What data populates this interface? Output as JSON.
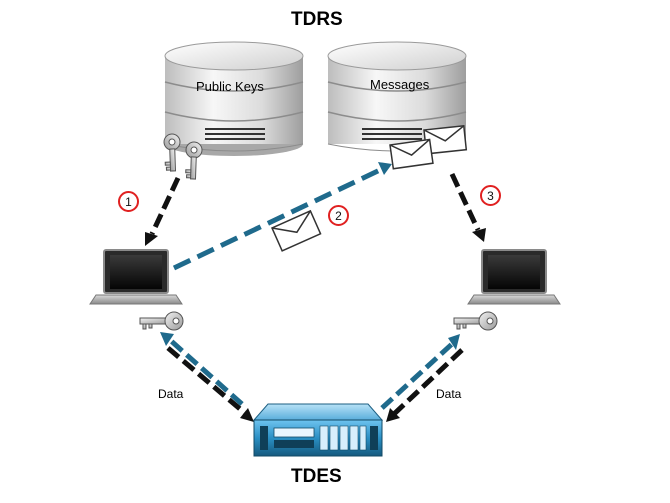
{
  "diagram": {
    "top_title": "TDRS",
    "bottom_title": "TDES",
    "db_public_keys_label": "Public Keys",
    "db_messages_label": "Messages",
    "step_1": "1",
    "step_2": "2",
    "step_3": "3",
    "data_left_label": "Data",
    "data_right_label": "Data"
  },
  "colors": {
    "arrow_black": "#111111",
    "arrow_blue": "#1f6a8c",
    "badge_red": "#e02020",
    "server_blue": "#2a8fc4"
  }
}
